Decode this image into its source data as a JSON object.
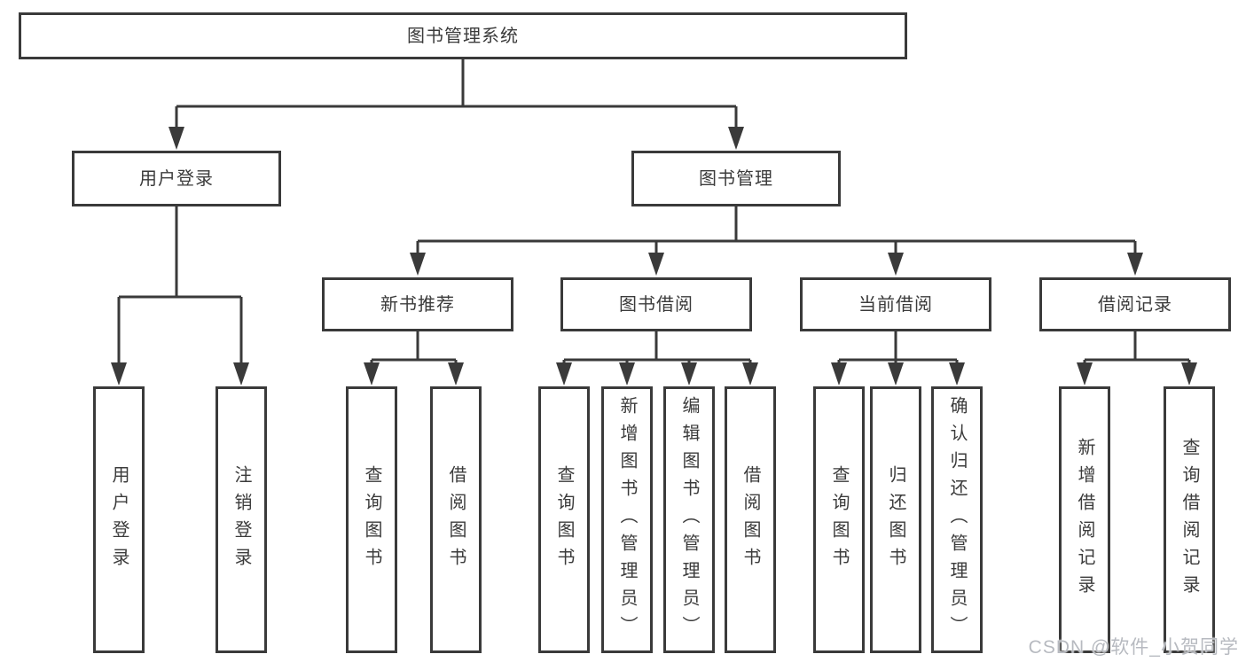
{
  "tree": {
    "root": {
      "label": "图书管理系统",
      "children": [
        {
          "label": "用户登录",
          "children": [
            {
              "label": "用户登录"
            },
            {
              "label": "注销登录"
            }
          ]
        },
        {
          "label": "图书管理",
          "children": [
            {
              "label": "新书推荐",
              "children": [
                {
                  "label": "查询图书"
                },
                {
                  "label": "借阅图书"
                }
              ]
            },
            {
              "label": "图书借阅",
              "children": [
                {
                  "label": "查询图书"
                },
                {
                  "label": "新增图书（管理员）"
                },
                {
                  "label": "编辑图书（管理员）"
                },
                {
                  "label": "借阅图书"
                }
              ]
            },
            {
              "label": "当前借阅",
              "children": [
                {
                  "label": "查询图书"
                },
                {
                  "label": "归还图书"
                },
                {
                  "label": "确认归还（管理员）"
                }
              ]
            },
            {
              "label": "借阅记录",
              "children": [
                {
                  "label": "新增借阅记录"
                },
                {
                  "label": "查询借阅记录"
                }
              ]
            }
          ]
        }
      ]
    }
  },
  "watermark": {
    "text": "CSDN @软件_小贺同学"
  },
  "colors": {
    "line": "#3a3a3a",
    "text": "#3b3b3b",
    "watermark": "#b7bac0"
  }
}
